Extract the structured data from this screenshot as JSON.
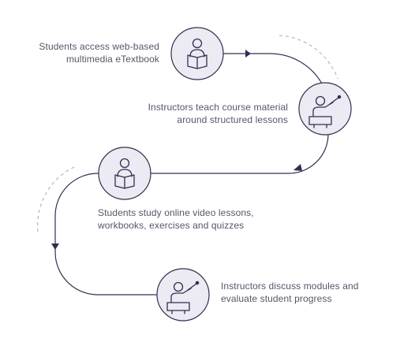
{
  "colors": {
    "line": "#2f3050",
    "icon": "#2f3050",
    "circle_fill": "#eceaf3",
    "dashed_arc": "#b4b5c2",
    "text": "#55566a"
  },
  "steps": [
    {
      "icon": "student-reading-icon",
      "lines": [
        "Students access web-based",
        "multimedia eTextbook"
      ]
    },
    {
      "icon": "instructor-teaching-icon",
      "lines": [
        "Instructors teach course material",
        "around structured lessons"
      ]
    },
    {
      "icon": "student-reading-icon",
      "lines": [
        "Students study online video lessons,",
        "workbooks, exercises and quizzes"
      ]
    },
    {
      "icon": "instructor-teaching-icon",
      "lines": [
        "Instructors discuss modules and",
        "evaluate student progress"
      ]
    }
  ]
}
